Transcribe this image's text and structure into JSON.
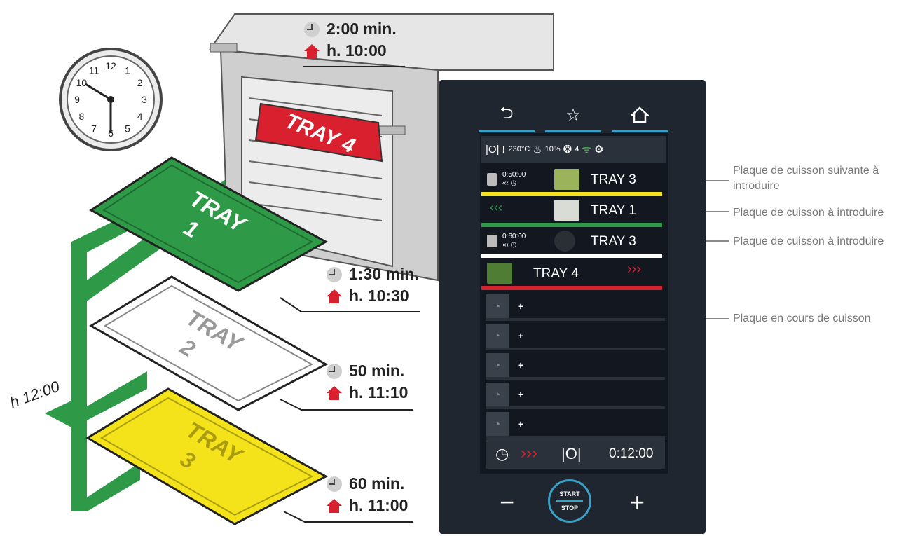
{
  "oven_label": {
    "time": "2:00 min.",
    "hour": "h. 10:00"
  },
  "clock_numbers": [
    "12",
    "1",
    "2",
    "3",
    "4",
    "5",
    "6",
    "7",
    "8",
    "9",
    "10",
    "11"
  ],
  "trays": [
    {
      "name": "TRAY 1",
      "time": "1:30 min.",
      "hour": "h. 10:30",
      "color": "#2e9a47"
    },
    {
      "name": "TRAY 2",
      "time": "50 min.",
      "hour": "h. 11:10",
      "color": "#ffffff"
    },
    {
      "name": "TRAY 3",
      "time": "60 min.",
      "hour": "h. 11:00",
      "color": "#f4e21a"
    },
    {
      "name": "TRAY 4",
      "color": "#d9202f"
    }
  ],
  "arrow_label": "h 12:00",
  "panel": {
    "status": {
      "temp": "230°C",
      "humidity": "10%",
      "fan": "4"
    },
    "rows": [
      {
        "time": "0:50:00",
        "name": "TRAY 3",
        "bar": "#f4e21a"
      },
      {
        "name": "TRAY 1",
        "bar": "#2e9a47"
      },
      {
        "time": "0:60:00",
        "name": "TRAY 3",
        "bar": "#ffffff"
      },
      {
        "name": "TRAY 4",
        "bar": "#d9202f"
      }
    ],
    "empty_plus": "+",
    "bottom_time": "0:12:00",
    "start_label": "START",
    "stop_label": "STOP",
    "minus_label": "−",
    "plus_label": "+"
  },
  "annotations": {
    "next": "Plaque de cuisson suivante à introduire",
    "insert1": "Plaque de cuisson à introduire",
    "insert2": "Plaque de cuisson à introduire",
    "cooking": "Plaque en cours de cuisson"
  }
}
